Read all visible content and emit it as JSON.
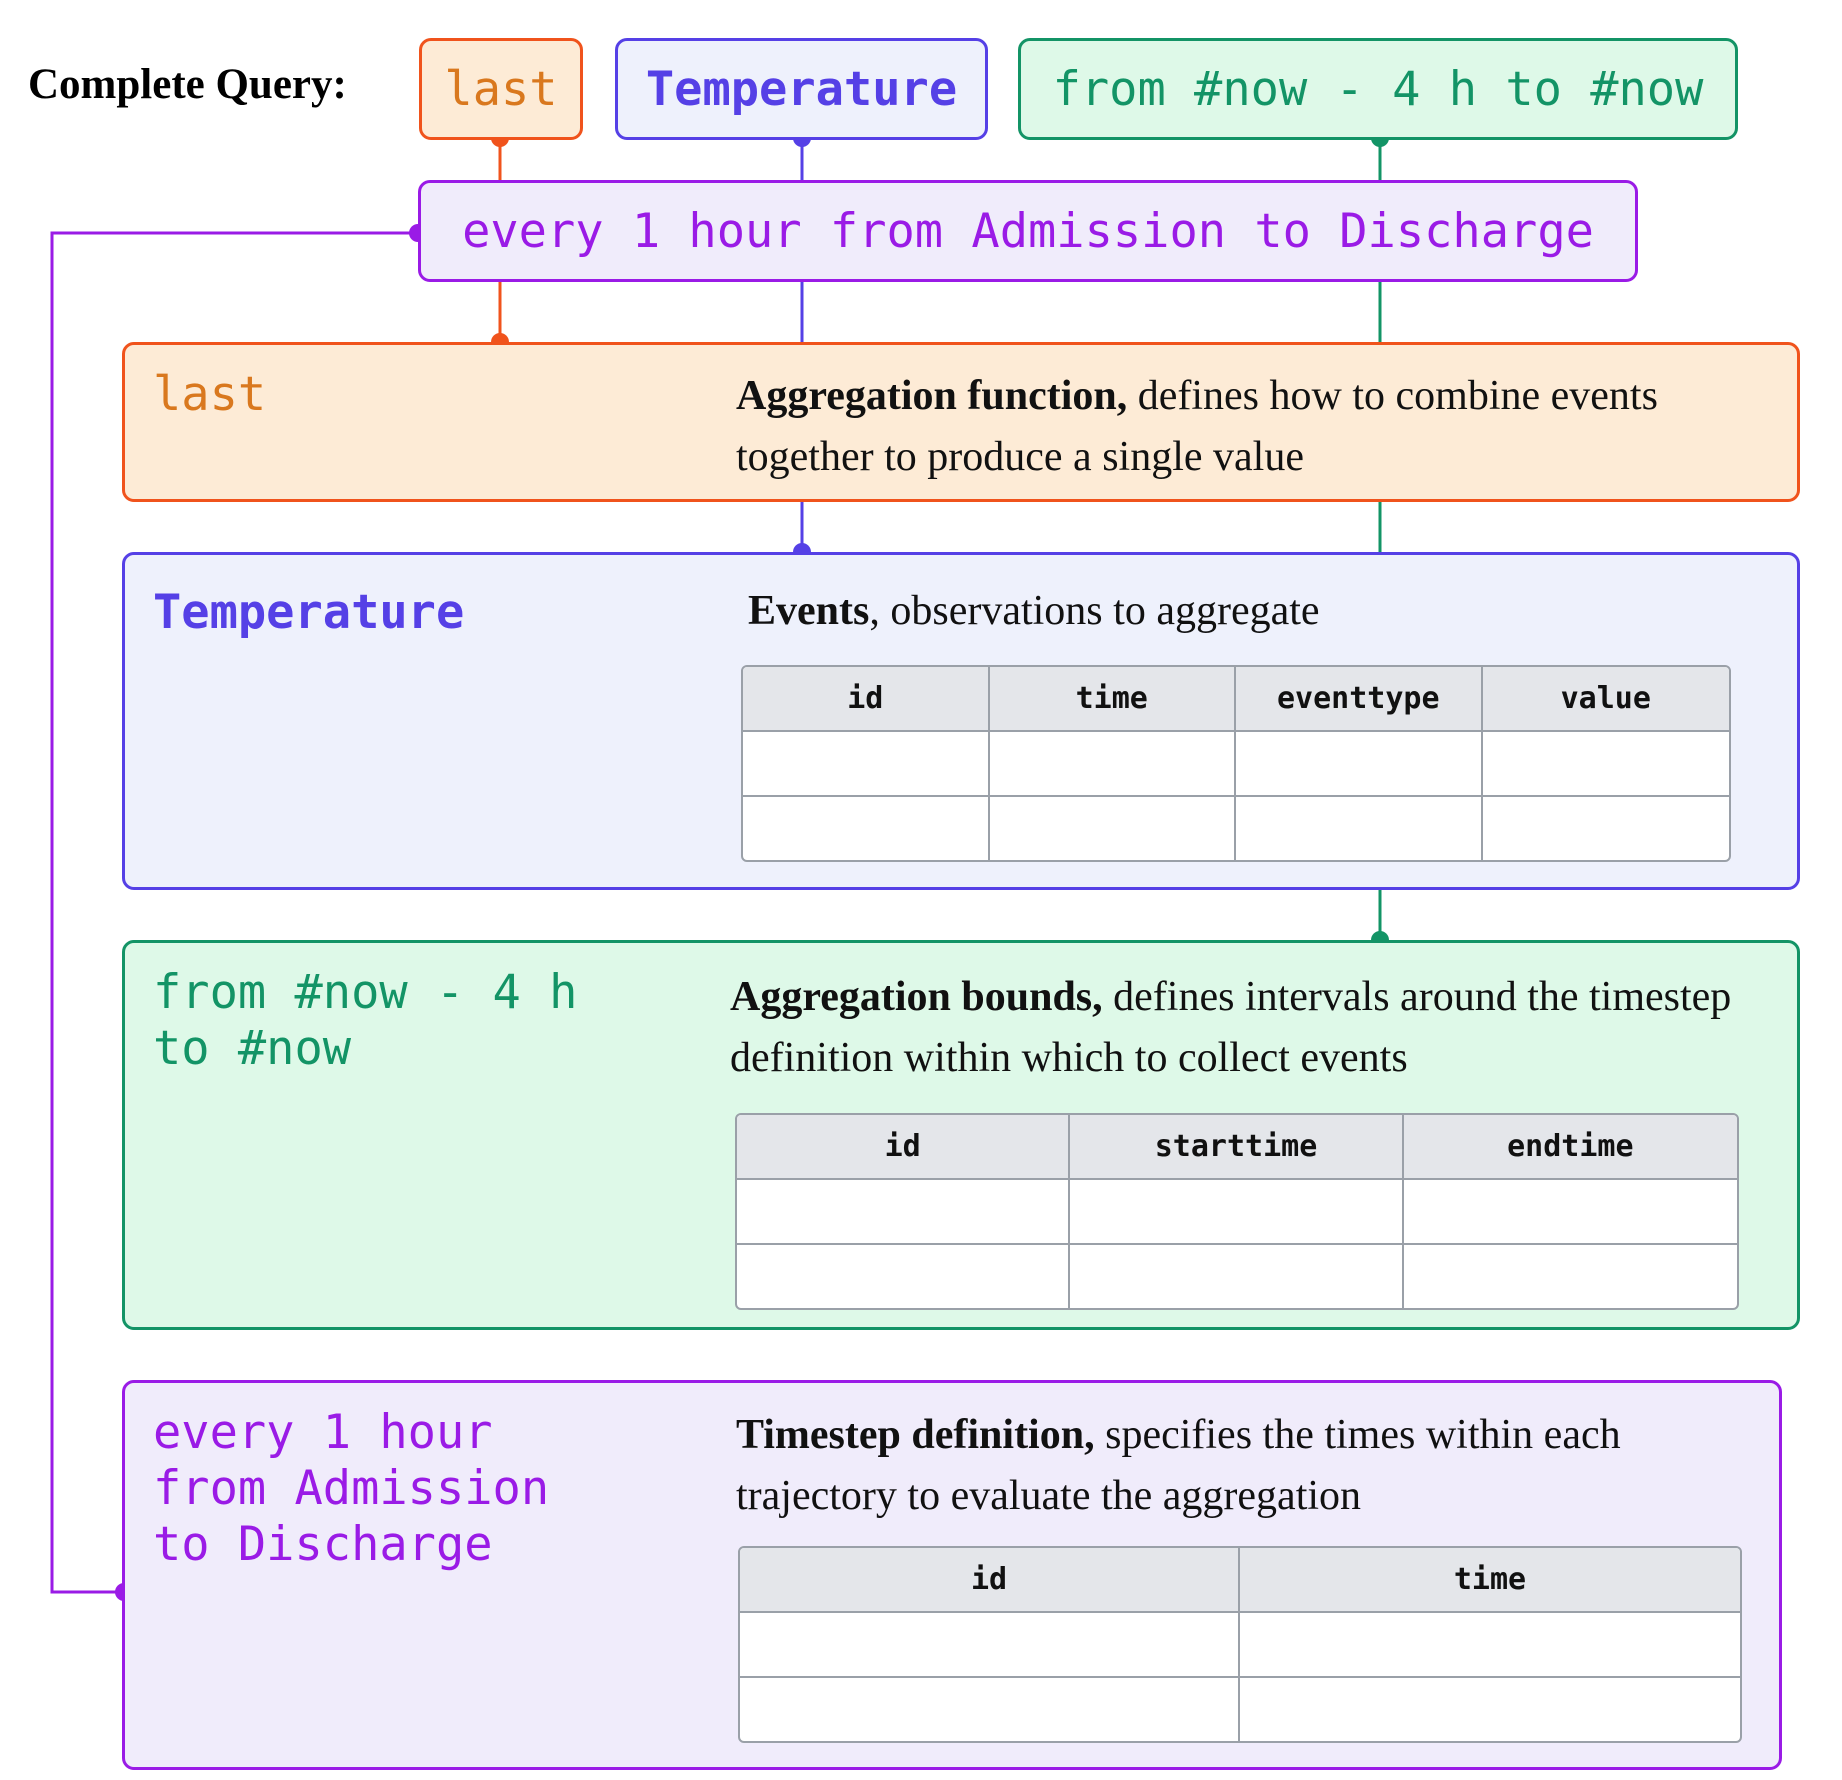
{
  "query": {
    "label": "Complete Query:",
    "aggregation": "last",
    "events": "Temperature",
    "bounds": "from #now - 4 h to #now",
    "timestep": "every 1 hour from Admission to Discharge"
  },
  "panels": {
    "aggregation": {
      "code": "last",
      "desc_bold": "Aggregation function,",
      "desc_rest": " defines how to combine events together to produce a single value"
    },
    "events": {
      "code": "Temperature",
      "desc_bold": "Events",
      "desc_rest": ", observations to aggregate",
      "columns": [
        "id",
        "time",
        "eventtype",
        "value"
      ]
    },
    "bounds": {
      "code": "from #now - 4 h\nto #now",
      "desc_bold": "Aggregation bounds,",
      "desc_rest": " defines intervals around the timestep definition within which to collect events",
      "columns": [
        "id",
        "starttime",
        "endtime"
      ]
    },
    "timestep": {
      "code": "every 1 hour\nfrom Admission\nto Discharge",
      "desc_bold": "Timestep definition,",
      "desc_rest": " specifies the times within each trajectory to evaluate the aggregation",
      "columns": [
        "id",
        "time"
      ]
    }
  },
  "colors": {
    "aggregation": "#f0531c",
    "events": "#5540e6",
    "bounds": "#139466",
    "timestep": "#9a1be6"
  }
}
